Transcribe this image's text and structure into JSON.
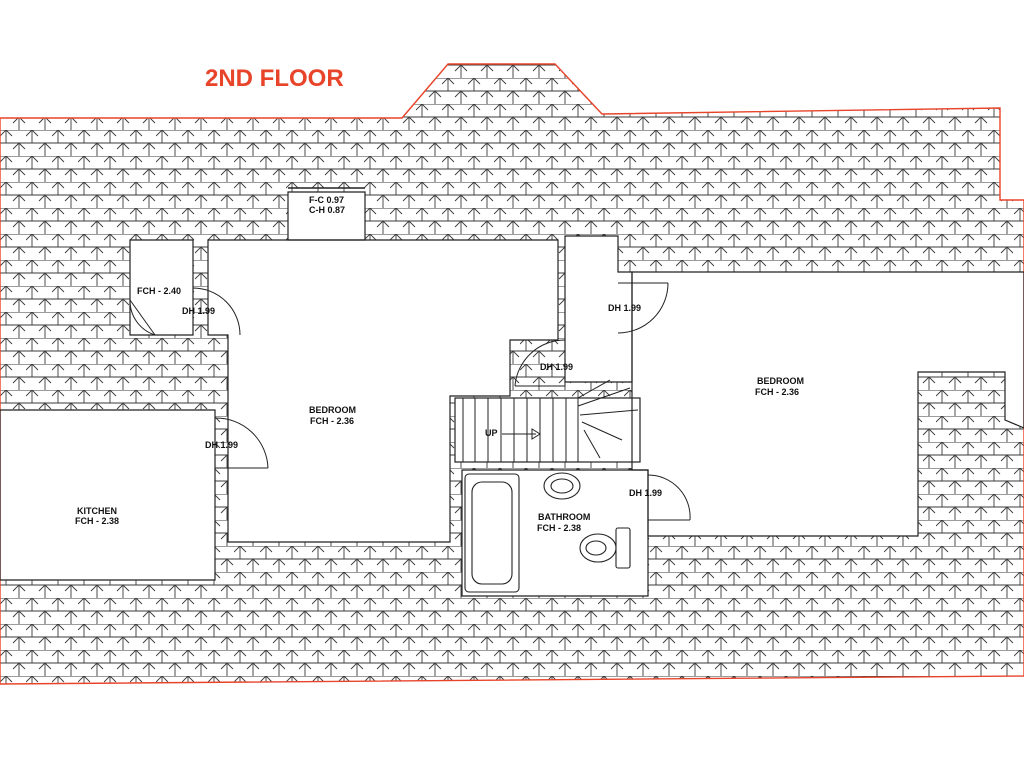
{
  "colors": {
    "title": "#e8442a",
    "outline": "#e8442a",
    "line": "#222222"
  },
  "title": "2ND FLOOR",
  "labels": {
    "fc": "F-C 0.97",
    "ch": "C-H 0.87",
    "fch_cupboard": "FCH - 2.40",
    "dh_cupboard": "DH 1.99",
    "dh_kitchen": "DH 1.99",
    "kitchen_name": "KITCHEN",
    "kitchen_fch": "FCH - 2.38",
    "bedroom1_name": "BEDROOM",
    "bedroom1_fch": "FCH - 2.36",
    "dh_landing": "DH 1.99",
    "dh_closet": "DH 1.99",
    "stairs_up": "UP",
    "bathroom_name": "BATHROOM",
    "bathroom_fch": "FCH - 2.38",
    "dh_bathroom": "DH 1.99",
    "bedroom2_name": "BEDROOM",
    "bedroom2_fch": "FCH - 2.36"
  }
}
